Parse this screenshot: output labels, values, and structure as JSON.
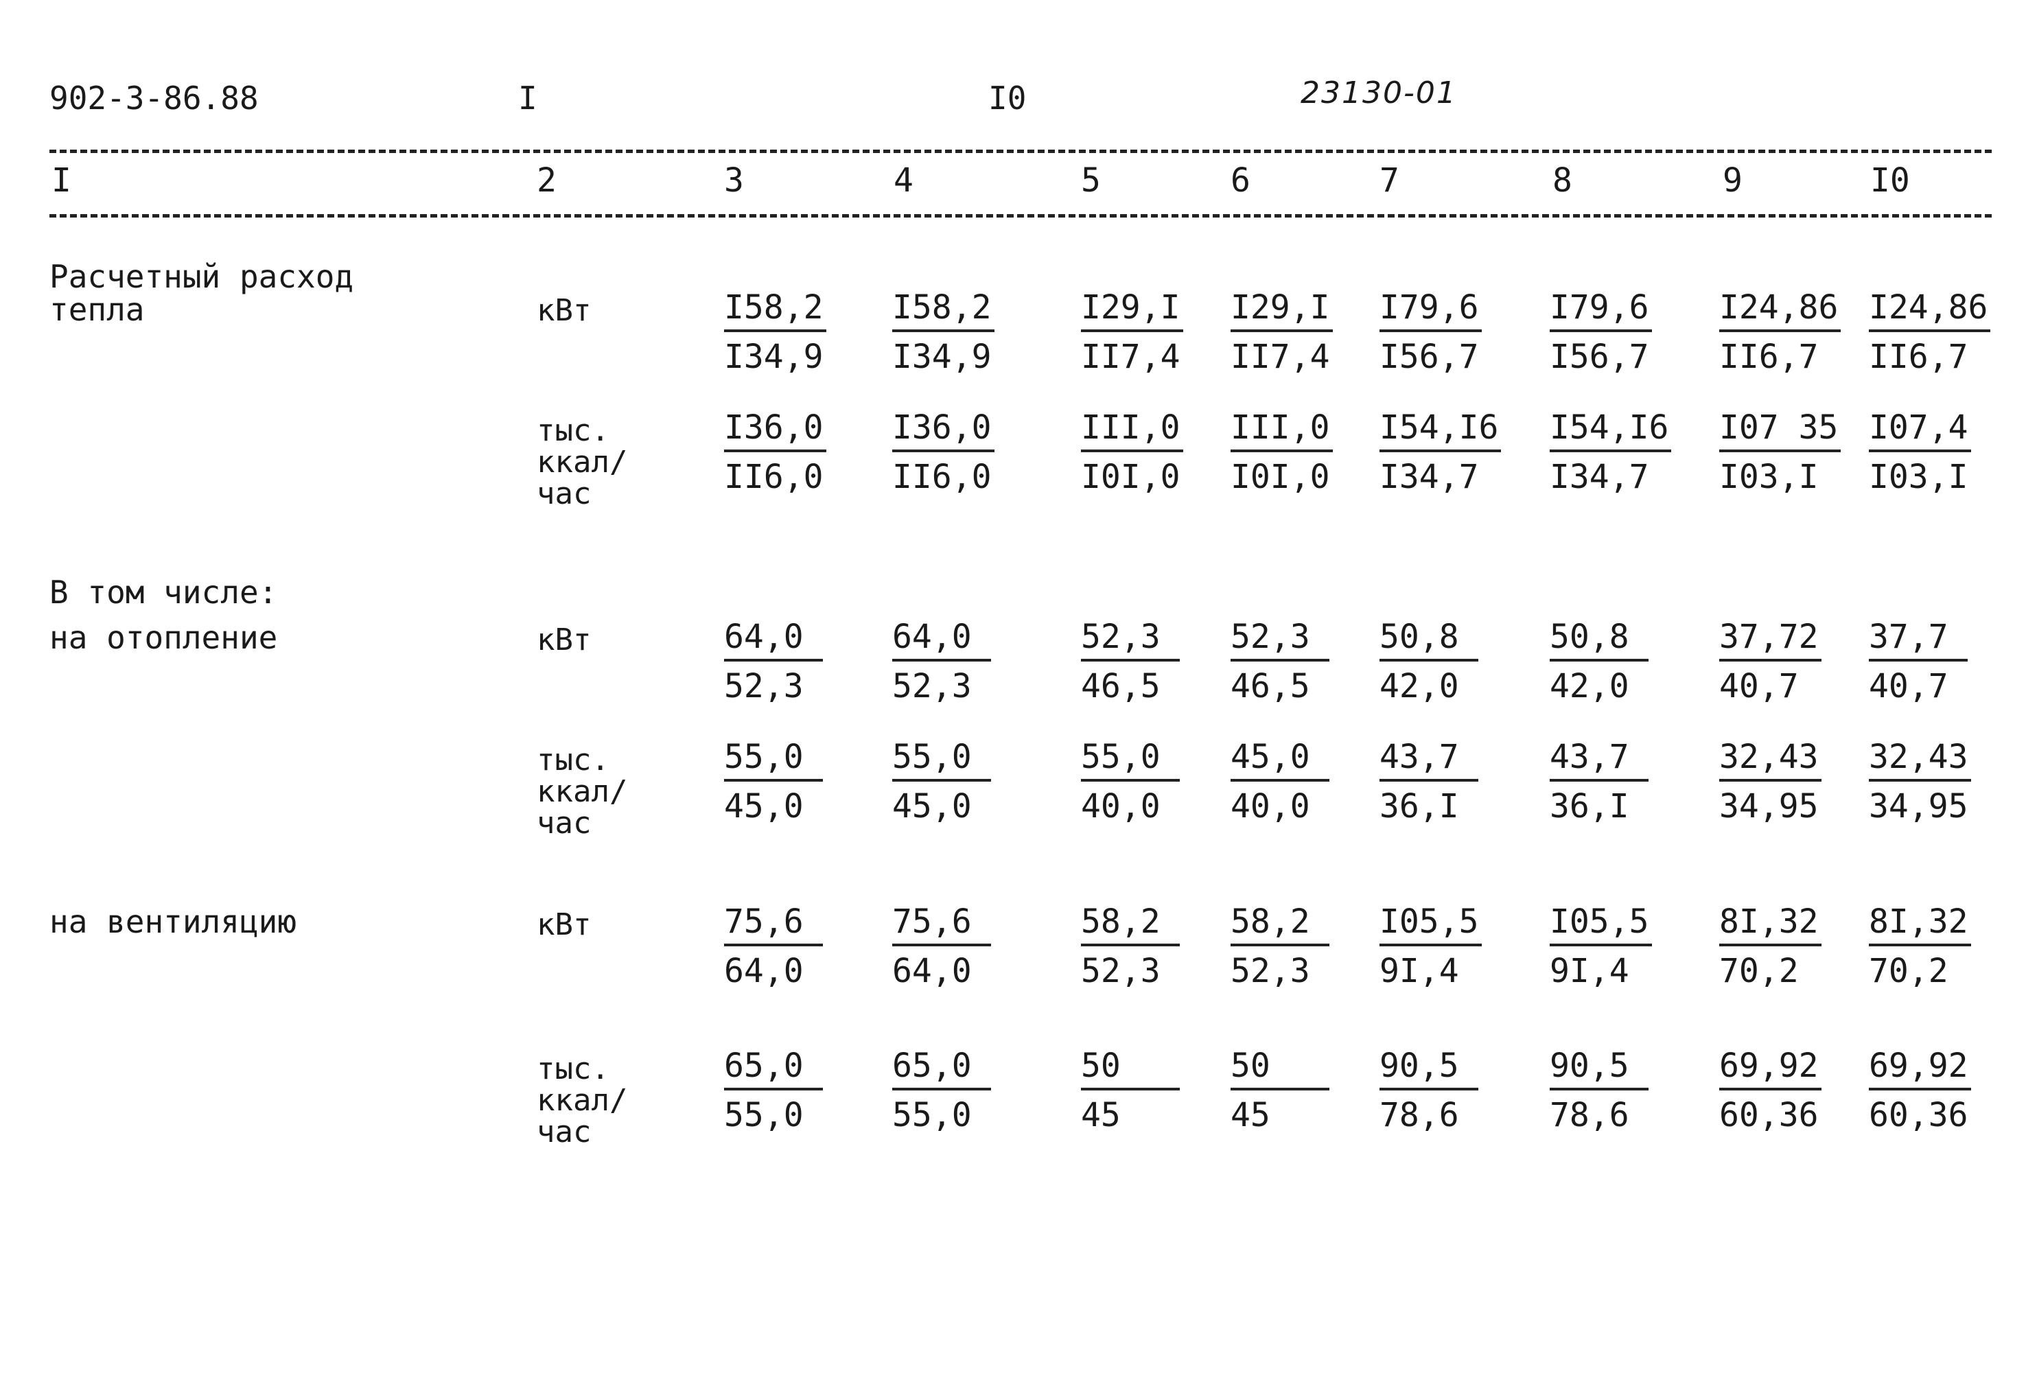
{
  "header": {
    "doc_code": "902-3-86.88",
    "part": "I",
    "page": "I0",
    "archive_no": "23130-01"
  },
  "columns": [
    "I",
    "2",
    "3",
    "4",
    "5",
    "6",
    "7",
    "8",
    "9",
    "I0"
  ],
  "rows": [
    {
      "label_line1": "Расчетный расход",
      "label_line2": "тепла",
      "unit_line1": "кВт",
      "unit_line2": "",
      "unit_line3": "",
      "cells": [
        {
          "num": "I58,2",
          "den": "I34,9"
        },
        {
          "num": "I58,2",
          "den": "I34,9"
        },
        {
          "num": "I29,I",
          "den": "II7,4"
        },
        {
          "num": "I29,I",
          "den": "II7,4"
        },
        {
          "num": "I79,6",
          "den": "I56,7"
        },
        {
          "num": "I79,6",
          "den": "I56,7"
        },
        {
          "num": "I24,86",
          "den": "II6,7"
        },
        {
          "num": "I24,86",
          "den": "II6,7"
        }
      ]
    },
    {
      "label_line1": "",
      "label_line2": "",
      "unit_line1": "тыс.",
      "unit_line2": "ккал/",
      "unit_line3": "час",
      "cells": [
        {
          "num": "I36,0",
          "den": "II6,0"
        },
        {
          "num": "I36,0",
          "den": "II6,0"
        },
        {
          "num": "III,0",
          "den": "I0I,0"
        },
        {
          "num": "III,0",
          "den": "I0I,0"
        },
        {
          "num": "I54,I6",
          "den": "I34,7"
        },
        {
          "num": "I54,I6",
          "den": "I34,7"
        },
        {
          "num": "I07 35",
          "den": "I03,I"
        },
        {
          "num": "I07,4",
          "den": "I03,I"
        }
      ]
    },
    {
      "label_line1": "В том числе:",
      "label_line2": "на отопление",
      "unit_line1": "кВт",
      "unit_line2": "",
      "unit_line3": "",
      "cells": [
        {
          "num": "64,0",
          "den": "52,3"
        },
        {
          "num": "64,0",
          "den": "52,3"
        },
        {
          "num": "52,3",
          "den": "46,5"
        },
        {
          "num": "52,3",
          "den": "46,5"
        },
        {
          "num": "50,8",
          "den": "42,0"
        },
        {
          "num": "50,8",
          "den": "42,0"
        },
        {
          "num": "37,72",
          "den": "40,7"
        },
        {
          "num": "37,7",
          "den": "40,7"
        }
      ]
    },
    {
      "label_line1": "",
      "label_line2": "",
      "unit_line1": "тыс.",
      "unit_line2": "ккал/",
      "unit_line3": "час",
      "cells": [
        {
          "num": "55,0",
          "den": "45,0"
        },
        {
          "num": "55,0",
          "den": "45,0"
        },
        {
          "num": "55,0",
          "den": "40,0"
        },
        {
          "num": "45,0",
          "den": "40,0"
        },
        {
          "num": "43,7",
          "den": "36,I"
        },
        {
          "num": "43,7",
          "den": "36,I"
        },
        {
          "num": "32,43",
          "den": "34,95"
        },
        {
          "num": "32,43",
          "den": "34,95"
        }
      ]
    },
    {
      "label_line1": "на вентиляцию",
      "label_line2": "",
      "unit_line1": "кВт",
      "unit_line2": "",
      "unit_line3": "",
      "cells": [
        {
          "num": "75,6",
          "den": "64,0"
        },
        {
          "num": "75,6",
          "den": "64,0"
        },
        {
          "num": "58,2",
          "den": "52,3"
        },
        {
          "num": "58,2",
          "den": "52,3"
        },
        {
          "num": "I05,5",
          "den": "9I,4"
        },
        {
          "num": "I05,5",
          "den": "9I,4"
        },
        {
          "num": "8I,32",
          "den": "70,2"
        },
        {
          "num": "8I,32",
          "den": "70,2"
        }
      ]
    },
    {
      "label_line1": "",
      "label_line2": "",
      "unit_line1": "тыс.",
      "unit_line2": "ккал/",
      "unit_line3": "час",
      "cells": [
        {
          "num": "65,0",
          "den": "55,0"
        },
        {
          "num": "65,0",
          "den": "55,0"
        },
        {
          "num": "50",
          "den": "45"
        },
        {
          "num": "50",
          "den": "45"
        },
        {
          "num": "90,5",
          "den": "78,6"
        },
        {
          "num": "90,5",
          "den": "78,6"
        },
        {
          "num": "69,92",
          "den": "60,36"
        },
        {
          "num": "69,92",
          "den": "60,36"
        }
      ]
    }
  ]
}
